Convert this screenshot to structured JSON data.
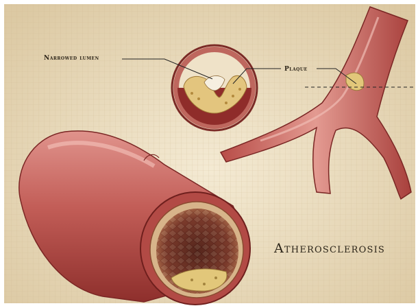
{
  "labels": {
    "narrowed_lumen": "Narrowed lumen",
    "plaque": "Plaque",
    "title": "Atherosclerosis"
  },
  "colors": {
    "background": "#e9dcc0",
    "vessel_outer": "#c66a64",
    "vessel_dark": "#8c2f2c",
    "vessel_inner": "#6b1e1c",
    "plaque": "#e2c77a",
    "label_text": "#2a2216"
  }
}
